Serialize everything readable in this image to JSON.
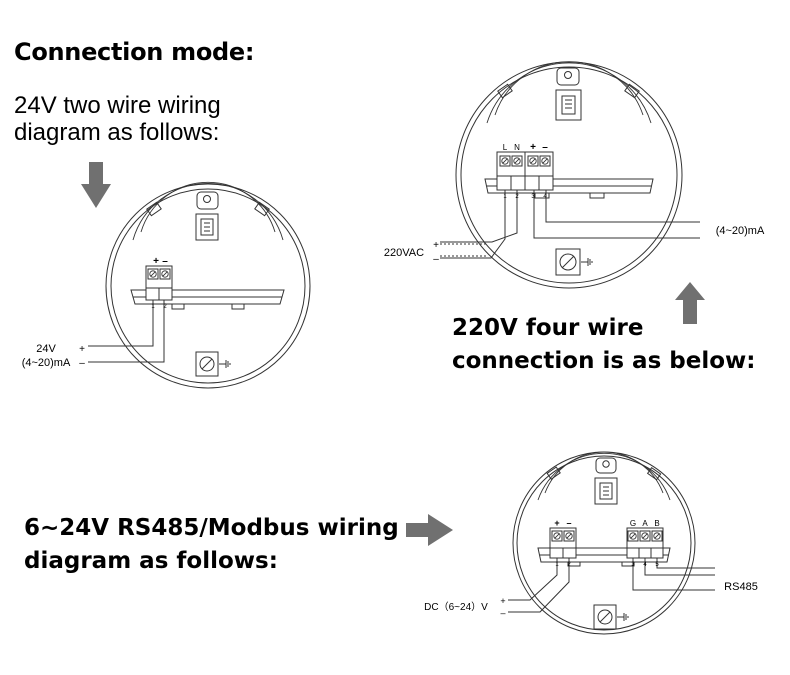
{
  "title": "Connection  mode:",
  "two_wire": {
    "heading_line1": "24V two wire wiring",
    "heading_line2": "diagram as follows:",
    "terminal_labels": [
      "+",
      "–"
    ],
    "terminal_numbers": [
      "1",
      "2"
    ],
    "wire_labels": [
      "24V",
      "(4~20)mA"
    ],
    "polarity": [
      "+",
      "–"
    ]
  },
  "four_wire": {
    "heading_line1": "220V four wire",
    "heading_line2": "connection is as below:",
    "terminal_labels": [
      "L",
      "N",
      "+",
      "–"
    ],
    "terminal_numbers": [
      "1",
      "2",
      "3",
      "4"
    ],
    "supply_label": "220VAC",
    "output_label": "(4~20)mA",
    "polarity": [
      "+",
      "–"
    ]
  },
  "rs485": {
    "heading_line1": "6~24V RS485/Modbus wiring",
    "heading_line2": "diagram as follows:",
    "terminal_labels_power": [
      "+",
      "–"
    ],
    "terminal_labels_bus": [
      "G",
      "A",
      "B"
    ],
    "terminal_numbers": [
      "1",
      "2",
      "3",
      "4",
      "5"
    ],
    "supply_label": "DC（6~24）V",
    "bus_label": "RS485",
    "polarity": [
      "+",
      "–"
    ]
  },
  "colors": {
    "line": "#333333",
    "arrow": "#707070",
    "text": "#000000"
  },
  "icons": [
    "down-arrow-icon",
    "up-arrow-icon",
    "right-arrow-icon",
    "ground-icon"
  ]
}
